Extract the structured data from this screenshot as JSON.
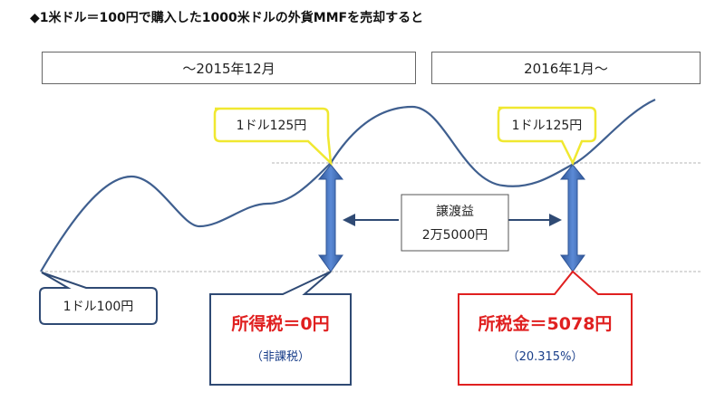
{
  "title": "◆1米ドル＝100円で購入した1000米ドルの外貨MMFを売却すると",
  "periods": {
    "left": "～2015年12月",
    "right": "2016年1月～"
  },
  "callouts": {
    "rate_left": "1ドル125円",
    "rate_right": "1ドル125円",
    "rate_bottom": "1ドル100円"
  },
  "gain": {
    "label": "譲渡益",
    "amount": "2万5000円"
  },
  "tax_left": {
    "main": "所得税＝0円",
    "note": "（非課税）"
  },
  "tax_right": {
    "main": "所税金＝5078円",
    "note": "（20.315%）"
  },
  "colors": {
    "curve": "#3f5f8f",
    "arrow_fill": "#4472c4",
    "yellow_callout": "#f0e830",
    "navy_callout": "#2f4a74",
    "red_callout": "#e02020",
    "red_text": "#e02020",
    "blue_text": "#1a3f8a"
  }
}
